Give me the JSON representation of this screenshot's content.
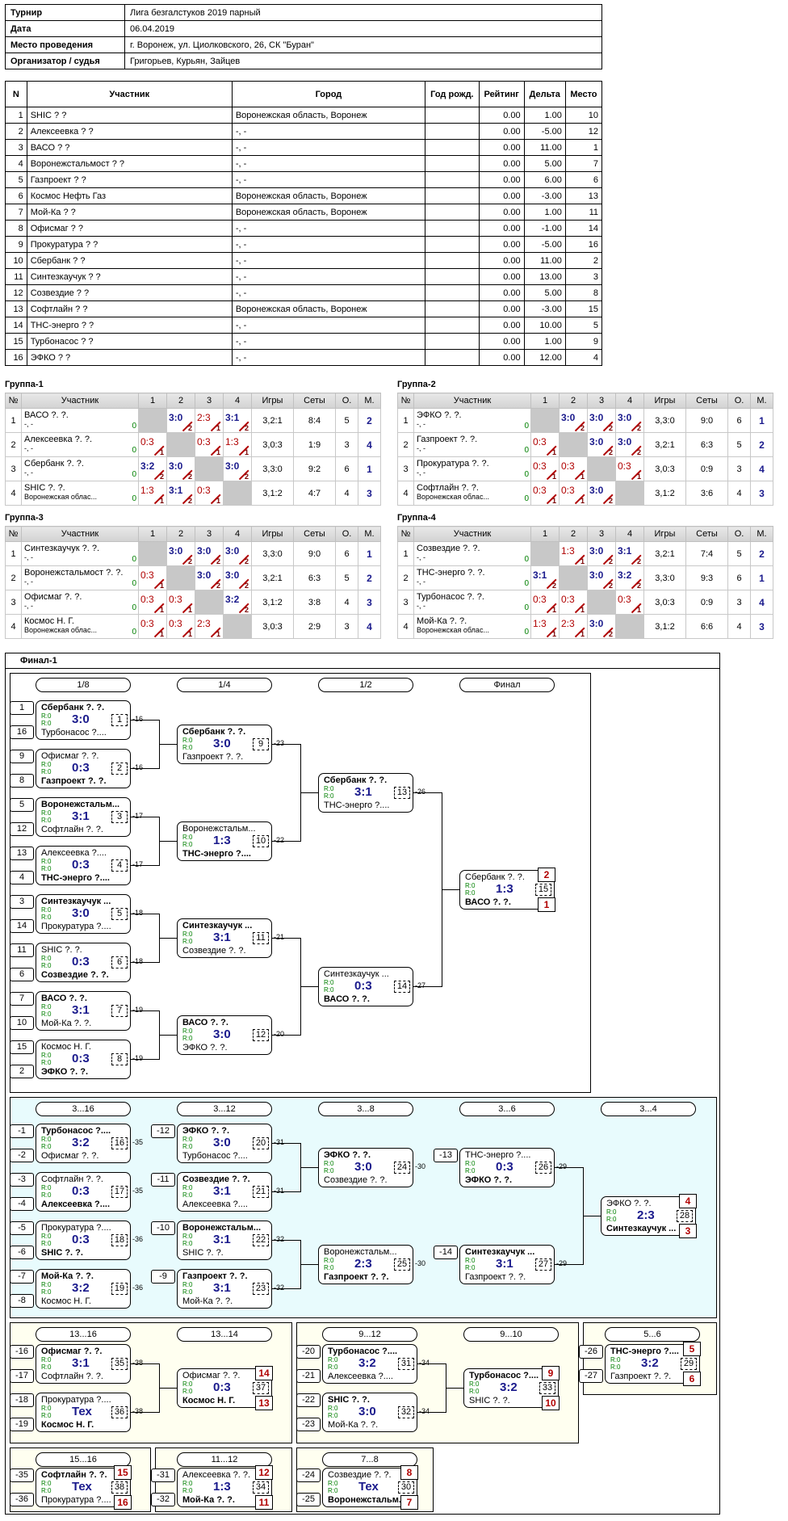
{
  "info": [
    [
      "Турнир",
      "Лига безгалстуков 2019 парный"
    ],
    [
      "Дата",
      "06.04.2019"
    ],
    [
      "Место проведения",
      "г. Воронеж, ул. Циолковского, 26, СК \"Буран\""
    ],
    [
      "Организатор / судья",
      "Григорьев, Курьян, Зайцев"
    ]
  ],
  "participants": {
    "headers": [
      "N",
      "Участник",
      "Город",
      "Год рожд.",
      "Рейтинг",
      "Дельта",
      "Место"
    ],
    "rows": [
      [
        "1",
        "SHIC ? ?",
        "Воронежская область, Воронеж",
        "",
        "0.00",
        "1.00",
        "10"
      ],
      [
        "2",
        "Алексеевка ? ?",
        "-, -",
        "",
        "0.00",
        "-5.00",
        "12"
      ],
      [
        "3",
        "ВАСО ? ?",
        "-, -",
        "",
        "0.00",
        "11.00",
        "1"
      ],
      [
        "4",
        "Воронежстальмост ? ?",
        "-, -",
        "",
        "0.00",
        "5.00",
        "7"
      ],
      [
        "5",
        "Газпроект ? ?",
        "-, -",
        "",
        "0.00",
        "6.00",
        "6"
      ],
      [
        "6",
        "Космос Нефть Газ",
        "Воронежская область, Воронеж",
        "",
        "0.00",
        "-3.00",
        "13"
      ],
      [
        "7",
        "Мой-Ка ? ?",
        "Воронежская область, Воронеж",
        "",
        "0.00",
        "1.00",
        "11"
      ],
      [
        "8",
        "Офисмаг ? ?",
        "-, -",
        "",
        "0.00",
        "-1.00",
        "14"
      ],
      [
        "9",
        "Прокуратура ? ?",
        "-, -",
        "",
        "0.00",
        "-5.00",
        "16"
      ],
      [
        "10",
        "Сбербанк ? ?",
        "-, -",
        "",
        "0.00",
        "11.00",
        "2"
      ],
      [
        "11",
        "Синтезкаучук ? ?",
        "-, -",
        "",
        "0.00",
        "13.00",
        "3"
      ],
      [
        "12",
        "Созвездие ? ?",
        "-, -",
        "",
        "0.00",
        "5.00",
        "8"
      ],
      [
        "13",
        "Софтлайн ? ?",
        "Воронежская область, Воронеж",
        "",
        "0.00",
        "-3.00",
        "15"
      ],
      [
        "14",
        "ТНС-энерго ? ?",
        "-, -",
        "",
        "0.00",
        "10.00",
        "5"
      ],
      [
        "15",
        "Турбонасос ? ?",
        "-, -",
        "",
        "0.00",
        "1.00",
        "9"
      ],
      [
        "16",
        "ЭФКО ? ?",
        "-, -",
        "",
        "0.00",
        "12.00",
        "4"
      ]
    ]
  },
  "group_headers": [
    "№",
    "Участник",
    "1",
    "2",
    "3",
    "4",
    "Игры",
    "Сеты",
    "О.",
    "М."
  ],
  "groups": [
    {
      "title": "Группа-1",
      "rows": [
        {
          "n": "1",
          "name": "ВАСО ?. ?.",
          "sub": "-, -",
          "z": "0",
          "cells": [
            "",
            "3:0|2",
            "2:3|1",
            "3:1|2"
          ],
          "games": "3,2:1",
          "sets": "8:4",
          "pts": "5",
          "place": "2"
        },
        {
          "n": "2",
          "name": "Алексеевка ?. ?.",
          "sub": "-, -",
          "z": "0",
          "cells": [
            "0:3|1",
            "",
            "0:3|1",
            "1:3|1"
          ],
          "games": "3,0:3",
          "sets": "1:9",
          "pts": "3",
          "place": "4"
        },
        {
          "n": "3",
          "name": "Сбербанк ?. ?.",
          "sub": "-, -",
          "z": "0",
          "cells": [
            "3:2|2",
            "3:0|2",
            "",
            "3:0|2"
          ],
          "games": "3,3:0",
          "sets": "9:2",
          "pts": "6",
          "place": "1"
        },
        {
          "n": "4",
          "name": "SHIC ?. ?.",
          "sub": "Воронежская облас...",
          "z": "0",
          "cells": [
            "1:3|1",
            "3:1|2",
            "0:3|1",
            ""
          ],
          "games": "3,1:2",
          "sets": "4:7",
          "pts": "4",
          "place": "3"
        }
      ]
    },
    {
      "title": "Группа-2",
      "rows": [
        {
          "n": "1",
          "name": "ЭФКО ?. ?.",
          "sub": "-, -",
          "z": "0",
          "cells": [
            "",
            "3:0|2",
            "3:0|2",
            "3:0|2"
          ],
          "games": "3,3:0",
          "sets": "9:0",
          "pts": "6",
          "place": "1"
        },
        {
          "n": "2",
          "name": "Газпроект ?. ?.",
          "sub": "-, -",
          "z": "0",
          "cells": [
            "0:3|1",
            "",
            "3:0|2",
            "3:0|2"
          ],
          "games": "3,2:1",
          "sets": "6:3",
          "pts": "5",
          "place": "2"
        },
        {
          "n": "3",
          "name": "Прокуратура ?. ?.",
          "sub": "-, -",
          "z": "0",
          "cells": [
            "0:3|1",
            "0:3|1",
            "",
            "0:3|1"
          ],
          "games": "3,0:3",
          "sets": "0:9",
          "pts": "3",
          "place": "4"
        },
        {
          "n": "4",
          "name": "Софтлайн ?. ?.",
          "sub": "Воронежская облас...",
          "z": "0",
          "cells": [
            "0:3|1",
            "0:3|1",
            "3:0|2",
            ""
          ],
          "games": "3,1:2",
          "sets": "3:6",
          "pts": "4",
          "place": "3"
        }
      ]
    },
    {
      "title": "Группа-3",
      "rows": [
        {
          "n": "1",
          "name": "Синтезкаучук ?. ?.",
          "sub": "-, -",
          "z": "0",
          "cells": [
            "",
            "3:0|2",
            "3:0|2",
            "3:0|2"
          ],
          "games": "3,3:0",
          "sets": "9:0",
          "pts": "6",
          "place": "1"
        },
        {
          "n": "2",
          "name": "Воронежстальмост ?. ?.",
          "sub": "-, -",
          "z": "0",
          "cells": [
            "0:3|1",
            "",
            "3:0|2",
            "3:0|2"
          ],
          "games": "3,2:1",
          "sets": "6:3",
          "pts": "5",
          "place": "2"
        },
        {
          "n": "3",
          "name": "Офисмаг ?. ?.",
          "sub": "-, -",
          "z": "0",
          "cells": [
            "0:3|1",
            "0:3|1",
            "",
            "3:2|2"
          ],
          "games": "3,1:2",
          "sets": "3:8",
          "pts": "4",
          "place": "3"
        },
        {
          "n": "4",
          "name": "Космос Н. Г.",
          "sub": "Воронежская облас...",
          "z": "0",
          "cells": [
            "0:3|1",
            "0:3|1",
            "2:3|1",
            ""
          ],
          "games": "3,0:3",
          "sets": "2:9",
          "pts": "3",
          "place": "4"
        }
      ]
    },
    {
      "title": "Группа-4",
      "rows": [
        {
          "n": "1",
          "name": "Созвездие ?. ?.",
          "sub": "-, -",
          "z": "0",
          "cells": [
            "",
            "1:3|1",
            "3:0|2",
            "3:1|2"
          ],
          "games": "3,2:1",
          "sets": "7:4",
          "pts": "5",
          "place": "2"
        },
        {
          "n": "2",
          "name": "ТНС-энерго ?. ?.",
          "sub": "-, -",
          "z": "0",
          "cells": [
            "3:1|2",
            "",
            "3:0|2",
            "3:2|2"
          ],
          "games": "3,3:0",
          "sets": "9:3",
          "pts": "6",
          "place": "1"
        },
        {
          "n": "3",
          "name": "Турбонасос ?. ?.",
          "sub": "-, -",
          "z": "0",
          "cells": [
            "0:3|1",
            "0:3|1",
            "",
            "0:3|1"
          ],
          "games": "3,0:3",
          "sets": "0:9",
          "pts": "3",
          "place": "4"
        },
        {
          "n": "4",
          "name": "Мой-Ка ?. ?.",
          "sub": "Воронежская облас...",
          "z": "0",
          "cells": [
            "1:3|1",
            "2:3|1",
            "3:0|2",
            ""
          ],
          "games": "3,1:2",
          "sets": "6:6",
          "pts": "4",
          "place": "3"
        }
      ]
    }
  ],
  "final": {
    "title": "Финал-1",
    "rounds": [
      "1/8",
      "1/4",
      "1/2",
      "Финал",
      "3...16",
      "3...12",
      "3...8",
      "3...6",
      "3...4",
      "13...16",
      "13...14",
      "9...12",
      "9...10",
      "5...6",
      "15...16",
      "11...12",
      "7...8"
    ],
    "rating": "R:0",
    "matches": [
      {
        "n": "1",
        "p1": "Сбербанк ?. ?.",
        "p2": "Турбонасос ?....",
        "w": 1,
        "s": "3:0",
        "s1": "1",
        "s2": "16",
        "nx": "-16"
      },
      {
        "n": "2",
        "p1": "Офисмаг ?. ?.",
        "p2": "Газпроект ?. ?.",
        "w": 2,
        "s": "0:3",
        "s1": "9",
        "s2": "8",
        "nx": "-16"
      },
      {
        "n": "3",
        "p1": "Воронежстальм...",
        "p2": "Софтлайн ?. ?.",
        "w": 1,
        "s": "3:1",
        "s1": "5",
        "s2": "12",
        "nx": "-17"
      },
      {
        "n": "4",
        "p1": "Алексеевка ?....",
        "p2": "ТНС-энерго ?....",
        "w": 2,
        "s": "0:3",
        "s1": "13",
        "s2": "4",
        "nx": "-17"
      },
      {
        "n": "5",
        "p1": "Синтезкаучук ...",
        "p2": "Прокуратура ?....",
        "w": 1,
        "s": "3:0",
        "s1": "3",
        "s2": "14",
        "nx": "-18"
      },
      {
        "n": "6",
        "p1": "SHIC ?. ?.",
        "p2": "Созвездие ?. ?.",
        "w": 2,
        "s": "0:3",
        "s1": "11",
        "s2": "6",
        "nx": "-18"
      },
      {
        "n": "7",
        "p1": "ВАСО ?. ?.",
        "p2": "Мой-Ка ?. ?.",
        "w": 1,
        "s": "3:1",
        "s1": "7",
        "s2": "10",
        "nx": "-19"
      },
      {
        "n": "8",
        "p1": "Космос Н. Г.",
        "p2": "ЭФКО ?. ?.",
        "w": 2,
        "s": "0:3",
        "s1": "15",
        "s2": "2",
        "nx": "-19"
      },
      {
        "n": "9",
        "p1": "Сбербанк ?. ?.",
        "p2": "Газпроект ?. ?.",
        "w": 1,
        "s": "3:0",
        "nx": "-23"
      },
      {
        "n": "10",
        "p1": "Воронежстальм...",
        "p2": "ТНС-энерго ?....",
        "w": 2,
        "s": "1:3",
        "nx": "-22"
      },
      {
        "n": "11",
        "p1": "Синтезкаучук ...",
        "p2": "Созвездие ?. ?.",
        "w": 1,
        "s": "3:1",
        "nx": "-21"
      },
      {
        "n": "12",
        "p1": "ВАСО ?. ?.",
        "p2": "ЭФКО ?. ?.",
        "w": 1,
        "s": "3:0",
        "nx": "-20"
      },
      {
        "n": "13",
        "p1": "Сбербанк ?. ?.",
        "p2": "ТНС-энерго ?....",
        "w": 1,
        "s": "3:1",
        "nx": "-26"
      },
      {
        "n": "14",
        "p1": "Синтезкаучук ...",
        "p2": "ВАСО ?. ?.",
        "w": 2,
        "s": "0:3",
        "nx": "-27"
      },
      {
        "n": "15",
        "p1": "Сбербанк ?. ?.",
        "p2": "ВАСО ?. ?.",
        "w": 2,
        "s": "1:3",
        "pl1": "2",
        "pl2": "1"
      },
      {
        "n": "16",
        "p1": "Турбонасос ?....",
        "p2": "Офисмаг ?. ?.",
        "w": 1,
        "s": "3:2",
        "s1": "-1",
        "s2": "-2",
        "nx": "-35"
      },
      {
        "n": "17",
        "p1": "Софтлайн ?. ?.",
        "p2": "Алексеевка ?....",
        "w": 2,
        "s": "0:3",
        "s1": "-3",
        "s2": "-4",
        "nx": "-35"
      },
      {
        "n": "18",
        "p1": "Прокуратура ?....",
        "p2": "SHIC ?. ?.",
        "w": 2,
        "s": "0:3",
        "s1": "-5",
        "s2": "-6",
        "nx": "-36"
      },
      {
        "n": "19",
        "p1": "Мой-Ка ?. ?.",
        "p2": "Космос Н. Г.",
        "w": 1,
        "s": "3:2",
        "s1": "-7",
        "s2": "-8",
        "nx": "-36"
      },
      {
        "n": "20",
        "p1": "ЭФКО ?. ?.",
        "p2": "Турбонасос ?....",
        "w": 1,
        "s": "3:0",
        "s1": "-12",
        "nx": "-31"
      },
      {
        "n": "21",
        "p1": "Созвездие ?. ?.",
        "p2": "Алексеевка ?....",
        "w": 1,
        "s": "3:1",
        "s1": "-11",
        "nx": "-31"
      },
      {
        "n": "22",
        "p1": "Воронежстальм...",
        "p2": "SHIC ?. ?.",
        "w": 1,
        "s": "3:1",
        "s1": "-10",
        "nx": "-32"
      },
      {
        "n": "23",
        "p1": "Газпроект ?. ?.",
        "p2": "Мой-Ка ?. ?.",
        "w": 1,
        "s": "3:1",
        "s1": "-9",
        "nx": "-32"
      },
      {
        "n": "24",
        "p1": "ЭФКО ?. ?.",
        "p2": "Созвездие ?. ?.",
        "w": 1,
        "s": "3:0",
        "nx": "-30"
      },
      {
        "n": "25",
        "p1": "Воронежстальм...",
        "p2": "Газпроект ?. ?.",
        "w": 2,
        "s": "2:3",
        "nx": "-30"
      },
      {
        "n": "26",
        "p1": "ТНС-энерго ?....",
        "p2": "ЭФКО ?. ?.",
        "w": 2,
        "s": "0:3",
        "s1": "-13",
        "nx": "-29"
      },
      {
        "n": "27",
        "p1": "Синтезкаучук ...",
        "p2": "Газпроект ?. ?.",
        "w": 1,
        "s": "3:1",
        "s1": "-14",
        "nx": "-29"
      },
      {
        "n": "28",
        "p1": "ЭФКО ?. ?.",
        "p2": "Синтезкаучук ...",
        "w": 2,
        "s": "2:3",
        "pl1": "4",
        "pl2": "3"
      },
      {
        "n": "35",
        "p1": "Офисмаг ?. ?.",
        "p2": "Софтлайн ?. ?.",
        "w": 1,
        "s": "3:1",
        "s1": "-16",
        "s2": "-17",
        "nx": "-38"
      },
      {
        "n": "36",
        "p1": "Прокуратура ?....",
        "p2": "Космос Н. Г.",
        "w": 2,
        "s": "Тех",
        "s1": "-18",
        "s2": "-19",
        "nx": "-38"
      },
      {
        "n": "37",
        "p1": "Офисмаг ?. ?.",
        "p2": "Космос Н. Г.",
        "w": 2,
        "s": "0:3",
        "pl1": "14",
        "pl2": "13"
      },
      {
        "n": "31",
        "p1": "Турбонасос ?....",
        "p2": "Алексеевка ?....",
        "w": 1,
        "s": "3:2",
        "s1": "-20",
        "s2": "-21",
        "nx": "-34"
      },
      {
        "n": "32",
        "p1": "SHIC ?. ?.",
        "p2": "Мой-Ка ?. ?.",
        "w": 1,
        "s": "3:0",
        "s1": "-22",
        "s2": "-23",
        "nx": "-34"
      },
      {
        "n": "33",
        "p1": "Турбонасос ?....",
        "p2": "SHIC ?. ?.",
        "w": 1,
        "s": "3:2",
        "pl1": "9",
        "pl2": "10"
      },
      {
        "n": "29",
        "p1": "ТНС-энерго ?....",
        "p2": "Газпроект ?. ?.",
        "w": 1,
        "s": "3:2",
        "s1": "-26",
        "s2": "-27",
        "pl1": "5",
        "pl2": "6"
      },
      {
        "n": "38",
        "p1": "Софтлайн ?. ?.",
        "p2": "Прокуратура ?....",
        "w": 1,
        "s": "Тех",
        "s1": "-35",
        "s2": "-36",
        "pl1": "15",
        "pl2": "16"
      },
      {
        "n": "34",
        "p1": "Алексеевка ?. ?.",
        "p2": "Мой-Ка ?. ?.",
        "w": 2,
        "s": "1:3",
        "s1": "-31",
        "s2": "-32",
        "pl1": "12",
        "pl2": "11"
      },
      {
        "n": "30",
        "p1": "Созвездие ?. ?.",
        "p2": "Воронежстальм...",
        "w": 2,
        "s": "Тех",
        "s1": "-24",
        "s2": "-25",
        "pl1": "8",
        "pl2": "7"
      }
    ]
  }
}
